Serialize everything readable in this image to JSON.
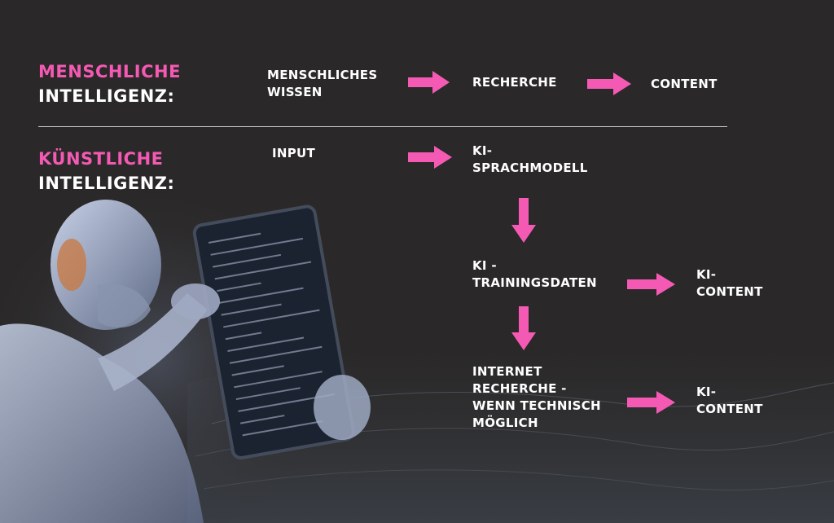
{
  "colors": {
    "background": "#2a2828",
    "accent_pink": "#f45ab4",
    "text_white": "#ffffff"
  },
  "human": {
    "heading_line1": "MENSCHLICHE",
    "heading_line2": "INTELLIGENZ:",
    "steps": [
      "MENSCHLICHES\nWISSEN",
      "RECHERCHE",
      "CONTENT"
    ]
  },
  "ai": {
    "heading_line1": "KÜNSTLICHE",
    "heading_line2": "INTELLIGENZ:",
    "input": "INPUT",
    "model": "KI-\nSPRACHMODELL",
    "training": "KI -\nTRAININGSDATEN",
    "content1": "KI-\nCONTENT",
    "internet": "INTERNET\nRECHERCHE -\nWENN TECHNISCH\nMÖGLICH",
    "content2": "KI-\nCONTENT"
  },
  "background_image": "robot-holding-tablet-with-particle-wave"
}
